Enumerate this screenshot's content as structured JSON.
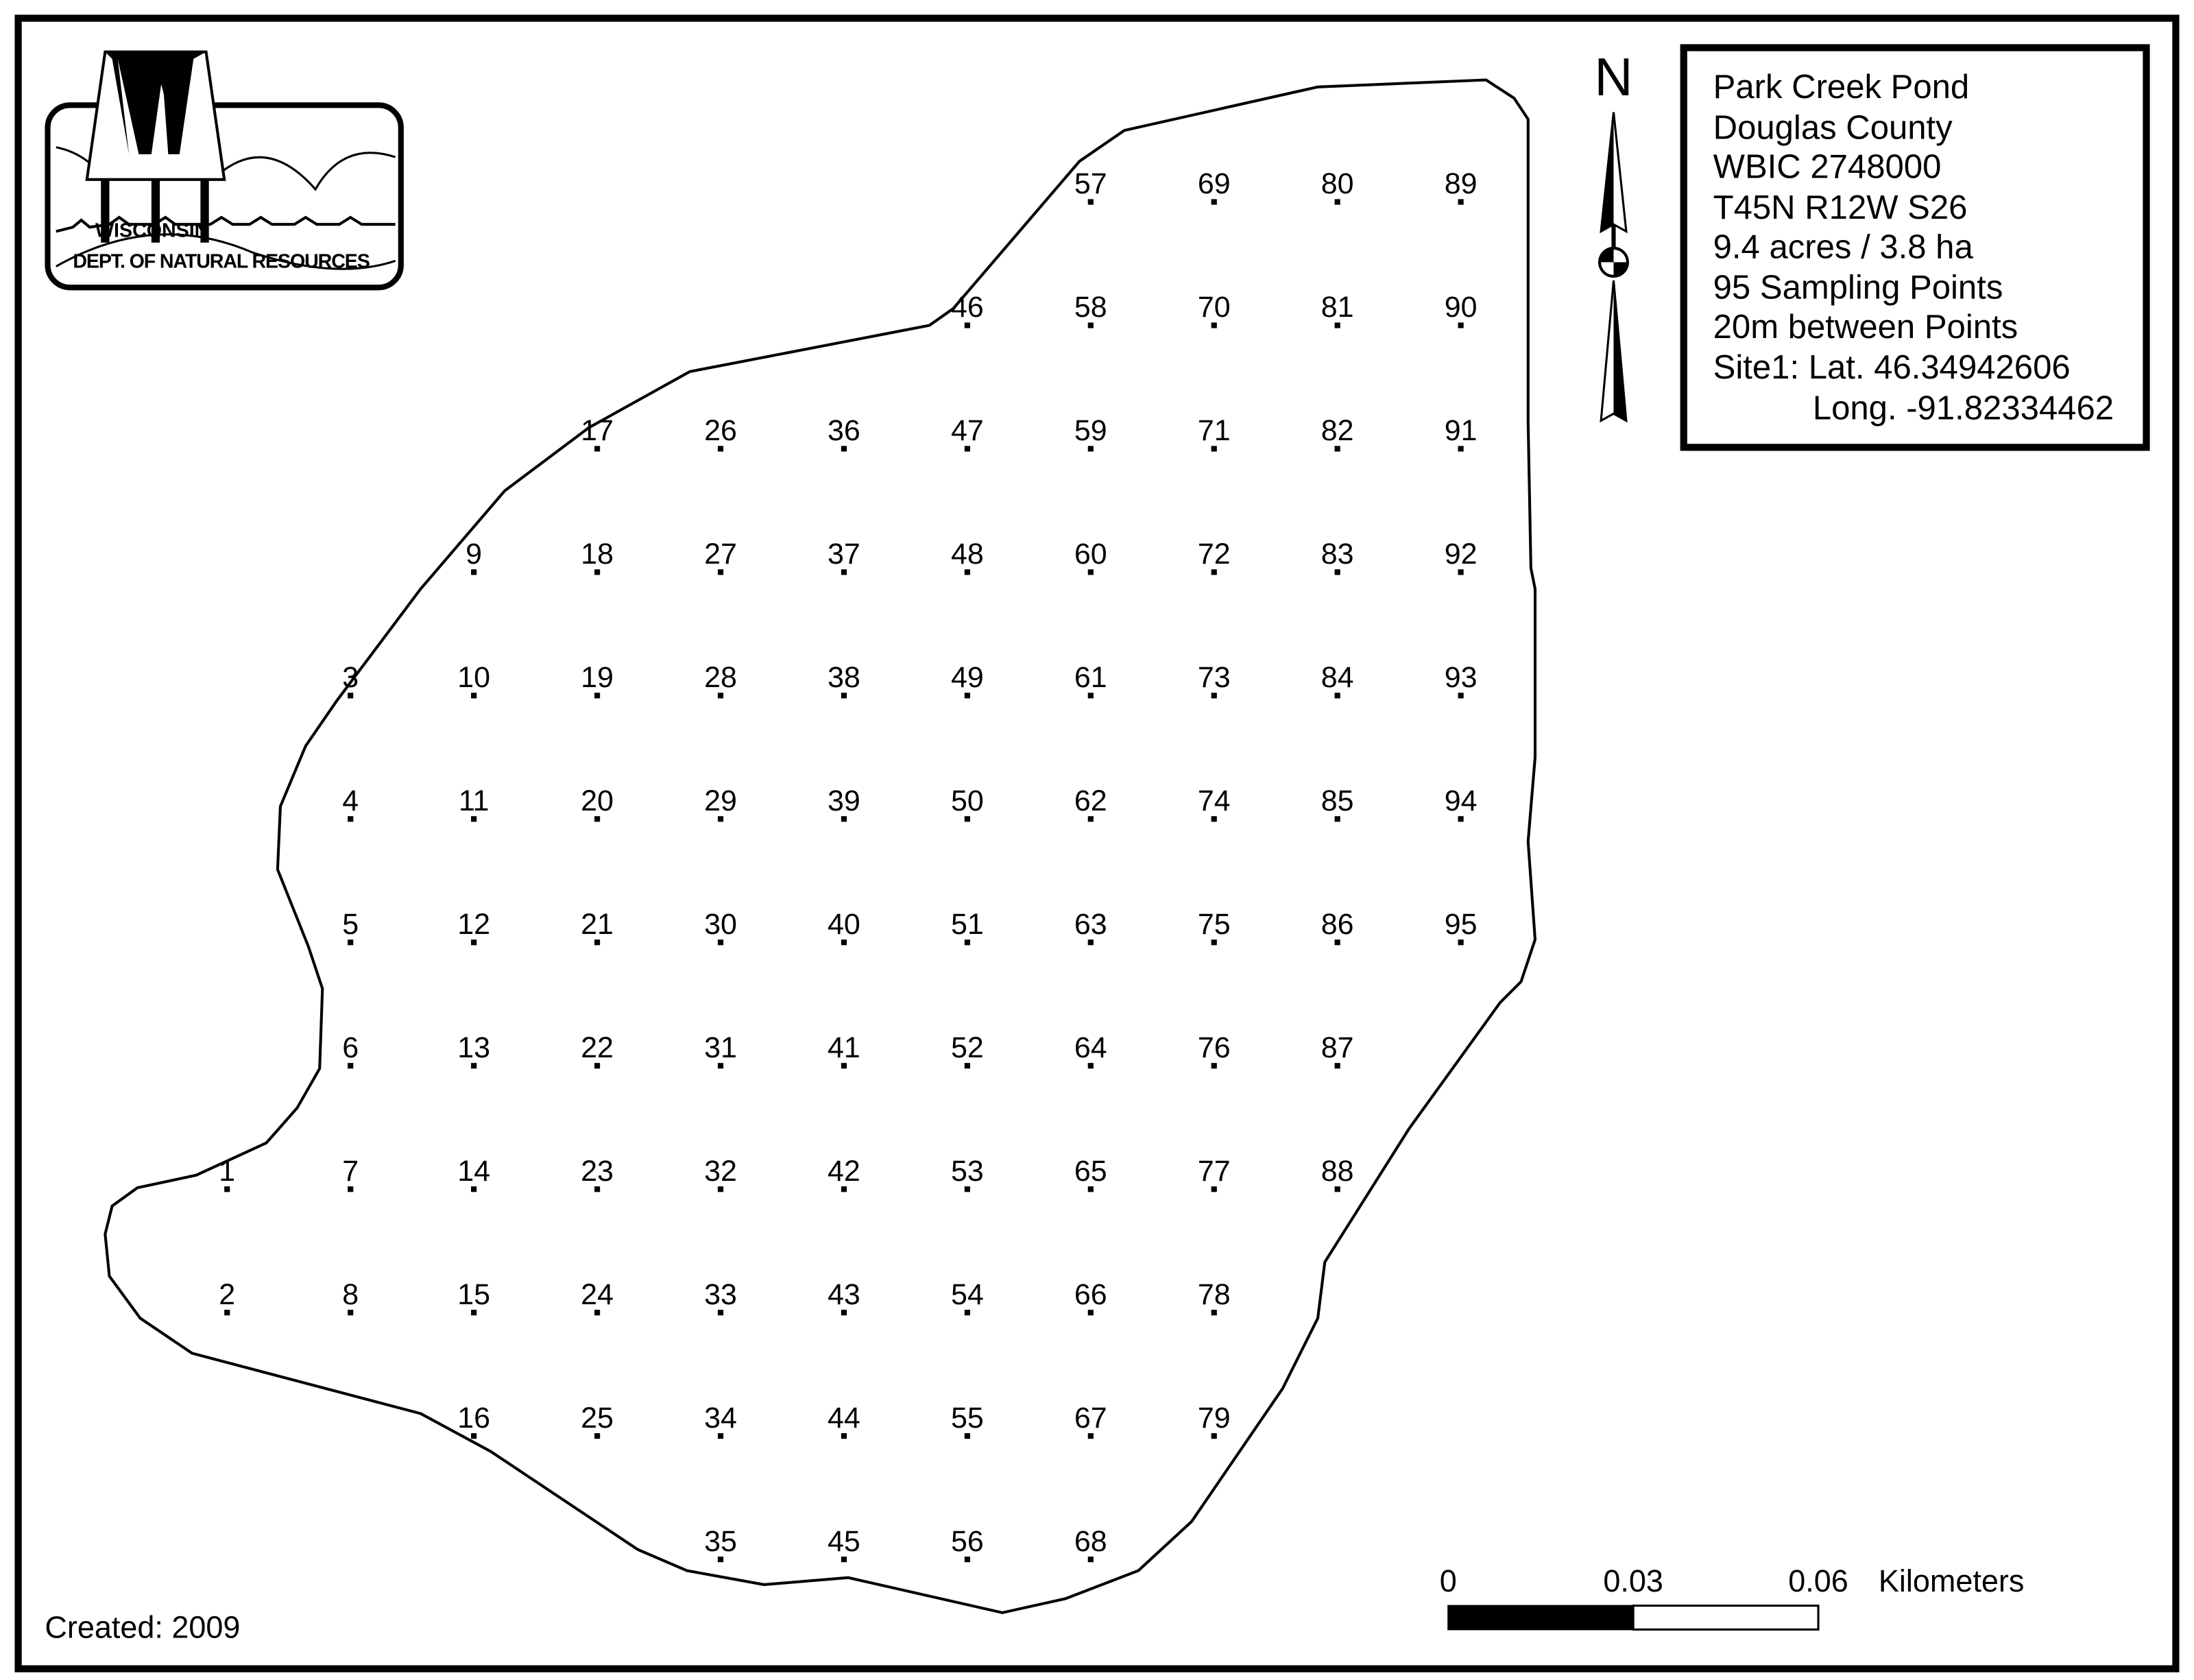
{
  "logo": {
    "line1": "WISCONSIN",
    "line2": "DEPT. OF NATURAL RESOURCES"
  },
  "north_arrow": {
    "label": "N"
  },
  "info_box": {
    "lines": [
      "Park Creek Pond",
      "Douglas County",
      "WBIC 2748000",
      "T45N R12W S26",
      "9.4 acres / 3.8 ha",
      "95 Sampling Points",
      "20m between Points",
      "Site1: Lat. 46.34942606",
      "Long. -91.82334462"
    ]
  },
  "scale_bar": {
    "ticks": [
      "0",
      "0.03",
      "0.06"
    ],
    "unit": "Kilometers"
  },
  "created": "Created: 2009",
  "sampling_points": [
    "1",
    "2",
    "3",
    "4",
    "5",
    "6",
    "7",
    "8",
    "9",
    "10",
    "11",
    "12",
    "13",
    "14",
    "15",
    "16",
    "17",
    "18",
    "19",
    "20",
    "21",
    "22",
    "23",
    "24",
    "25",
    "26",
    "27",
    "28",
    "29",
    "30",
    "31",
    "32",
    "33",
    "34",
    "35",
    "36",
    "37",
    "38",
    "39",
    "40",
    "41",
    "42",
    "43",
    "44",
    "45",
    "46",
    "47",
    "48",
    "49",
    "50",
    "51",
    "52",
    "53",
    "54",
    "55",
    "56",
    "57",
    "58",
    "59",
    "60",
    "61",
    "62",
    "63",
    "64",
    "65",
    "66",
    "67",
    "68",
    "69",
    "70",
    "71",
    "72",
    "73",
    "74",
    "75",
    "76",
    "77",
    "78",
    "79",
    "80",
    "81",
    "82",
    "83",
    "84",
    "85",
    "86",
    "87",
    "88",
    "89",
    "90",
    "91",
    "92",
    "93",
    "94",
    "95"
  ],
  "colors": {
    "ink": "#000000",
    "paper": "#ffffff"
  }
}
